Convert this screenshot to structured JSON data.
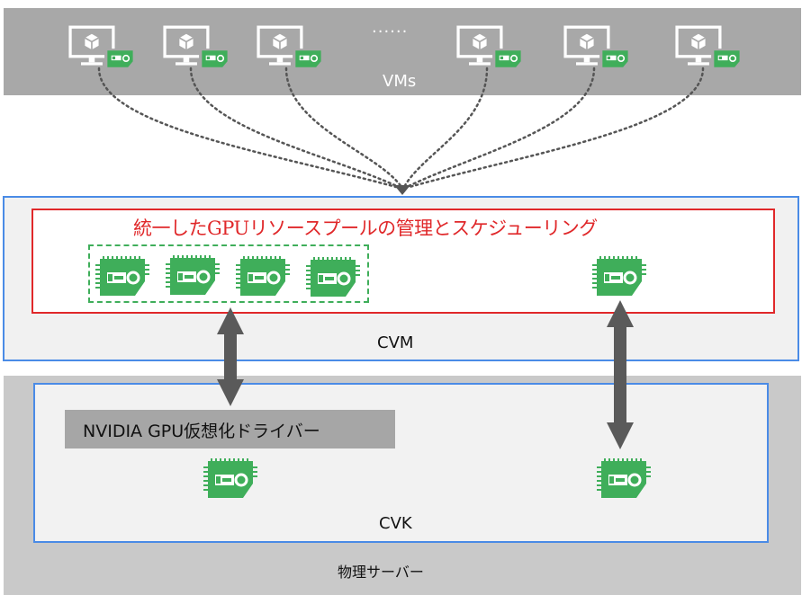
{
  "vm_layer": {
    "label": "VMs",
    "ellipsis": "......"
  },
  "resource_pool": {
    "title": "統一したGPUリソースプールの管理とスケジューリング"
  },
  "cvm": {
    "label": "CVM"
  },
  "cvk": {
    "label": "CVK",
    "driver_label": "NVIDIA GPU仮想化ドライバー"
  },
  "physical_server": {
    "label": "物理サーバー"
  },
  "icons": {
    "vm": "vm-monitor-cube-icon",
    "gpu": "gpu-card-icon"
  },
  "colors": {
    "gpu_green": "#3fae5a",
    "pool_border": "#e0282a",
    "layer_border": "#4a8be6",
    "arrow": "#5a5a5a",
    "vm_band": "#a8a8a8",
    "server_band": "#c9c9c9",
    "driver_box": "#a6a6a6"
  }
}
